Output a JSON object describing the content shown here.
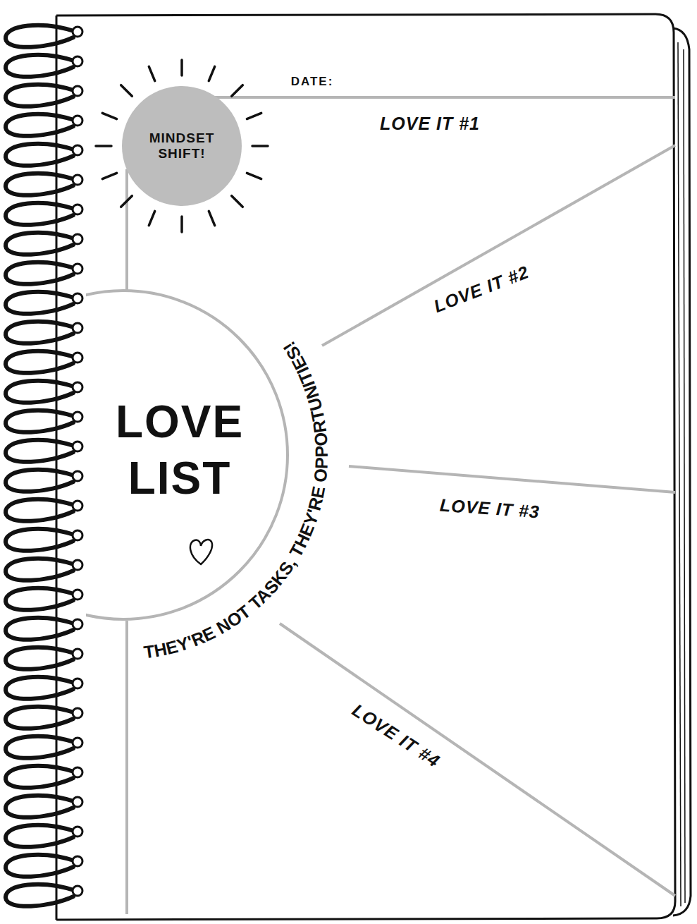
{
  "diagram": {
    "nodes": [
      {
        "text": [
          "MINDSET SHIFT!"
        ]
      },
      {
        "text": [
          "LOVE LIST",
          "THEY'RE NOT TASKS, THEY'RE OPPORTUNITIES!"
        ]
      }
    ],
    "labels": [
      "DATE:",
      "LOVE IT #1",
      "LOVE IT #2",
      "LOVE IT #3",
      "LOVE IT #4"
    ]
  }
}
